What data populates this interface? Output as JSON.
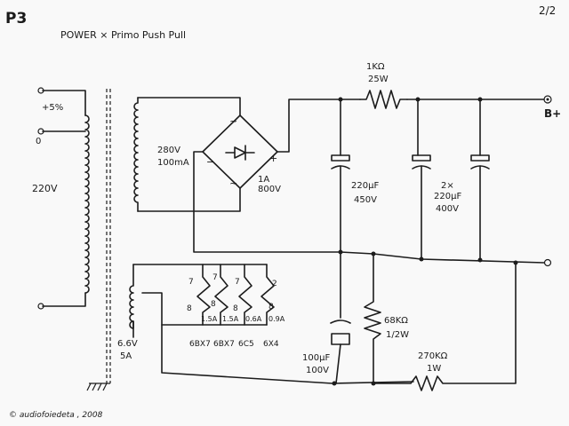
{
  "header": {
    "page_code": "P3",
    "page_number": "2/2",
    "title": "POWER  ×  Primo Push Pull"
  },
  "transformer": {
    "tap_top": "+5%",
    "tap_mid": "0",
    "primary_voltage": "220V",
    "secondary_hv_voltage": "280V",
    "secondary_hv_current": "100mA",
    "heater_voltage": "6.6V",
    "heater_current": "5A"
  },
  "rectifier": {
    "ac_top": "~",
    "ac_bottom": "~",
    "minus": "−",
    "plus": "+",
    "rating_current": "1A",
    "rating_voltage": "800V"
  },
  "components": {
    "r1_value": "1KΩ",
    "r1_power": "25W",
    "c1_value": "220µF",
    "c1_voltage": "450V",
    "c2_mult": "2×",
    "c2_value": "220µF",
    "c2_voltage": "400V",
    "r2_value": "68KΩ",
    "r2_power": "1/2W",
    "c3_value": "100µF",
    "c3_voltage": "100V",
    "r3_value": "270KΩ",
    "r3_power": "1W"
  },
  "output": {
    "b_plus": "B+"
  },
  "tubes": [
    {
      "pin_top": "7",
      "pin_bottom": "8",
      "current": "1.5A",
      "type": "6BX7"
    },
    {
      "pin_top": "7",
      "pin_bottom": "8",
      "current": "1.5A",
      "type": "6BX7"
    },
    {
      "pin_top": "7",
      "pin_bottom": "8",
      "current": "0.6A",
      "type": "6C5"
    },
    {
      "pin_top": "2",
      "pin_bottom": "8",
      "current": "0.9A",
      "type": "6X4"
    }
  ],
  "footer": {
    "credit": "© audiofoiedeta , 2008"
  }
}
